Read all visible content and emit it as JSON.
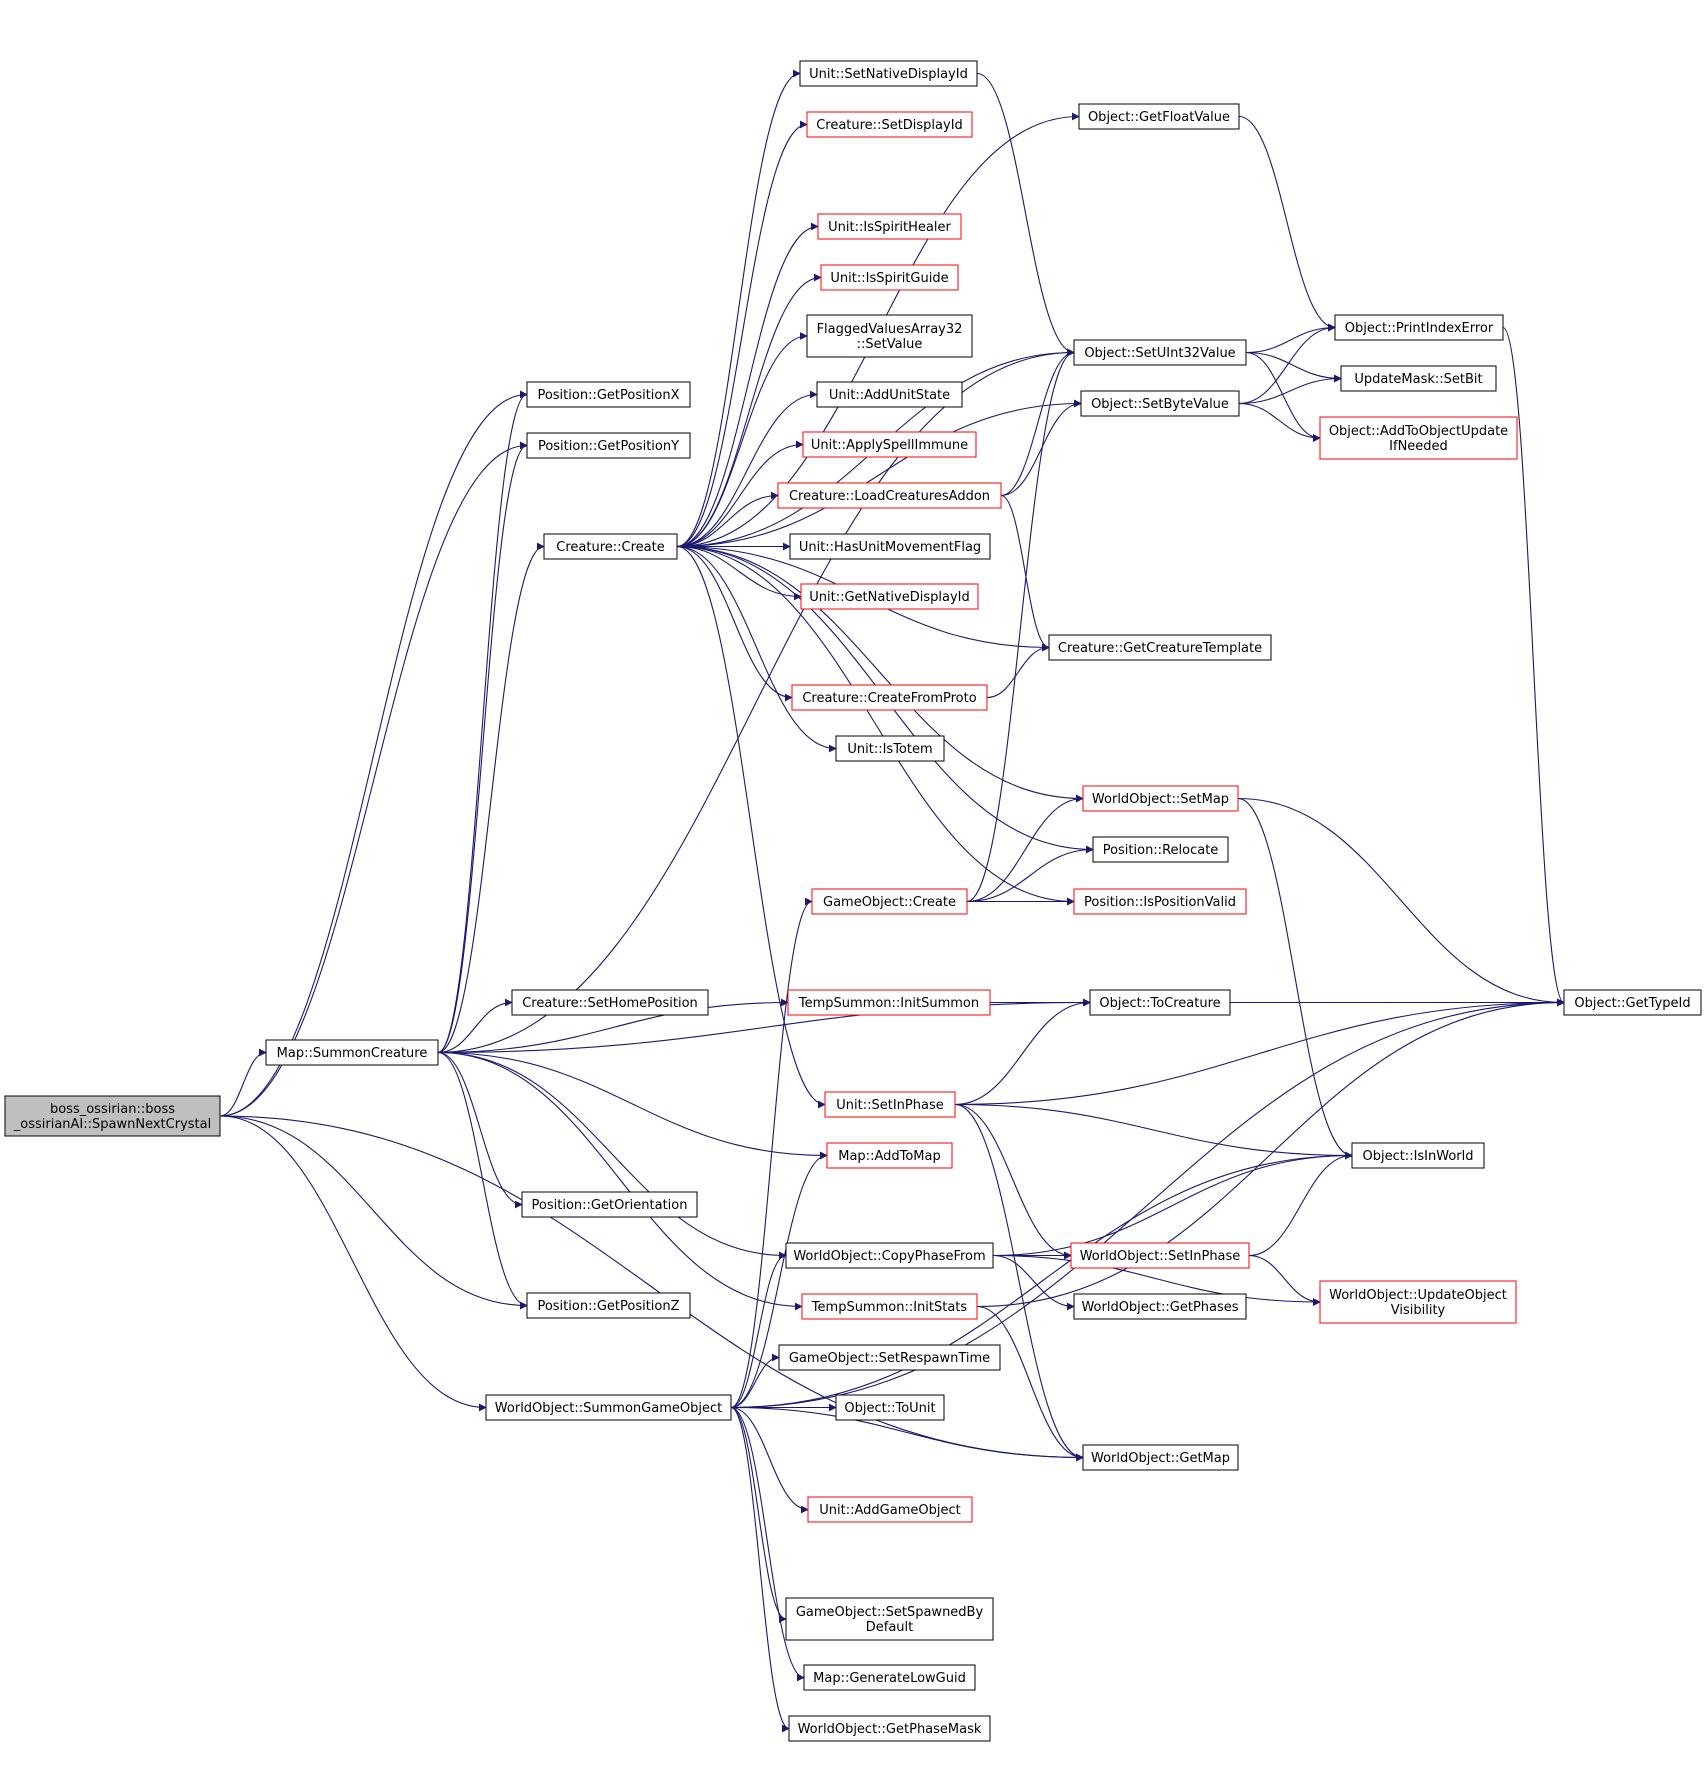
{
  "diagram": {
    "colors": {
      "edge": "#191970",
      "documented_border": "#000000",
      "undocumented_border": "#ff0000",
      "root_fill": "#bfbfbf",
      "background": "#ffffff"
    },
    "nodes": [
      {
        "id": "root",
        "lines": [
          "boss_ossirian::boss",
          "_ossirianAI::SpawnNextCrystal"
        ],
        "status": "root"
      },
      {
        "id": "map_summon",
        "lines": [
          "Map::SummonCreature"
        ],
        "status": "ok"
      },
      {
        "id": "wo_summon_go",
        "lines": [
          "WorldObject::SummonGameObject"
        ],
        "status": "ok"
      },
      {
        "id": "pos_x",
        "lines": [
          "Position::GetPositionX"
        ],
        "status": "ok"
      },
      {
        "id": "pos_y",
        "lines": [
          "Position::GetPositionY"
        ],
        "status": "ok"
      },
      {
        "id": "pos_z",
        "lines": [
          "Position::GetPositionZ"
        ],
        "status": "ok"
      },
      {
        "id": "pos_o",
        "lines": [
          "Position::GetOrientation"
        ],
        "status": "ok"
      },
      {
        "id": "creature_create",
        "lines": [
          "Creature::Create"
        ],
        "status": "ok"
      },
      {
        "id": "set_home",
        "lines": [
          "Creature::SetHomePosition"
        ],
        "status": "ok"
      },
      {
        "id": "set_native_display",
        "lines": [
          "Unit::SetNativeDisplayId"
        ],
        "status": "ok"
      },
      {
        "id": "set_display",
        "lines": [
          "Creature::SetDisplayId"
        ],
        "status": "missing"
      },
      {
        "id": "is_spirit_healer",
        "lines": [
          "Unit::IsSpiritHealer"
        ],
        "status": "missing"
      },
      {
        "id": "is_spirit_guide",
        "lines": [
          "Unit::IsSpiritGuide"
        ],
        "status": "missing"
      },
      {
        "id": "flagged_set",
        "lines": [
          "FlaggedValuesArray32",
          "::SetValue"
        ],
        "status": "ok"
      },
      {
        "id": "add_unit_state",
        "lines": [
          "Unit::AddUnitState"
        ],
        "status": "ok"
      },
      {
        "id": "apply_immune",
        "lines": [
          "Unit::ApplySpellImmune"
        ],
        "status": "missing"
      },
      {
        "id": "load_addon",
        "lines": [
          "Creature::LoadCreaturesAddon"
        ],
        "status": "missing"
      },
      {
        "id": "has_move_flag",
        "lines": [
          "Unit::HasUnitMovementFlag"
        ],
        "status": "ok"
      },
      {
        "id": "get_native_display",
        "lines": [
          "Unit::GetNativeDisplayId"
        ],
        "status": "missing"
      },
      {
        "id": "create_from_proto",
        "lines": [
          "Creature::CreateFromProto"
        ],
        "status": "missing"
      },
      {
        "id": "is_totem",
        "lines": [
          "Unit::IsTotem"
        ],
        "status": "ok"
      },
      {
        "id": "go_create",
        "lines": [
          "GameObject::Create"
        ],
        "status": "missing"
      },
      {
        "id": "init_summon",
        "lines": [
          "TempSummon::InitSummon"
        ],
        "status": "missing"
      },
      {
        "id": "unit_set_in_phase",
        "lines": [
          "Unit::SetInPhase"
        ],
        "status": "missing"
      },
      {
        "id": "map_add",
        "lines": [
          "Map::AddToMap"
        ],
        "status": "missing"
      },
      {
        "id": "copy_phase",
        "lines": [
          "WorldObject::CopyPhaseFrom"
        ],
        "status": "ok"
      },
      {
        "id": "init_stats",
        "lines": [
          "TempSummon::InitStats"
        ],
        "status": "missing"
      },
      {
        "id": "set_respawn",
        "lines": [
          "GameObject::SetRespawnTime"
        ],
        "status": "ok"
      },
      {
        "id": "to_unit",
        "lines": [
          "Object::ToUnit"
        ],
        "status": "ok"
      },
      {
        "id": "add_go",
        "lines": [
          "Unit::AddGameObject"
        ],
        "status": "missing"
      },
      {
        "id": "set_spawned_default",
        "lines": [
          "GameObject::SetSpawnedBy",
          "Default"
        ],
        "status": "ok"
      },
      {
        "id": "gen_low_guid",
        "lines": [
          "Map::GenerateLowGuid"
        ],
        "status": "ok"
      },
      {
        "id": "get_phase_mask",
        "lines": [
          "WorldObject::GetPhaseMask"
        ],
        "status": "ok"
      },
      {
        "id": "get_float",
        "lines": [
          "Object::GetFloatValue"
        ],
        "status": "ok"
      },
      {
        "id": "set_uint32",
        "lines": [
          "Object::SetUInt32Value"
        ],
        "status": "ok"
      },
      {
        "id": "set_byte",
        "lines": [
          "Object::SetByteValue"
        ],
        "status": "ok"
      },
      {
        "id": "get_creature_tpl",
        "lines": [
          "Creature::GetCreatureTemplate"
        ],
        "status": "ok"
      },
      {
        "id": "wo_set_map",
        "lines": [
          "WorldObject::SetMap"
        ],
        "status": "missing"
      },
      {
        "id": "relocate",
        "lines": [
          "Position::Relocate"
        ],
        "status": "ok"
      },
      {
        "id": "is_pos_valid",
        "lines": [
          "Position::IsPositionValid"
        ],
        "status": "missing"
      },
      {
        "id": "to_creature",
        "lines": [
          "Object::ToCreature"
        ],
        "status": "ok"
      },
      {
        "id": "wo_set_in_phase",
        "lines": [
          "WorldObject::SetInPhase"
        ],
        "status": "missing"
      },
      {
        "id": "get_phases",
        "lines": [
          "WorldObject::GetPhases"
        ],
        "status": "ok"
      },
      {
        "id": "get_map",
        "lines": [
          "WorldObject::GetMap"
        ],
        "status": "ok"
      },
      {
        "id": "print_index_error",
        "lines": [
          "Object::PrintIndexError"
        ],
        "status": "ok"
      },
      {
        "id": "set_bit",
        "lines": [
          "UpdateMask::SetBit"
        ],
        "status": "ok"
      },
      {
        "id": "add_update",
        "lines": [
          "Object::AddToObjectUpdate",
          "IfNeeded"
        ],
        "status": "missing"
      },
      {
        "id": "get_type_id",
        "lines": [
          "Object::GetTypeId"
        ],
        "status": "ok"
      },
      {
        "id": "is_in_world",
        "lines": [
          "Object::IsInWorld"
        ],
        "status": "ok"
      },
      {
        "id": "update_visibility",
        "lines": [
          "WorldObject::UpdateObject",
          "Visibility"
        ],
        "status": "missing"
      }
    ]
  }
}
